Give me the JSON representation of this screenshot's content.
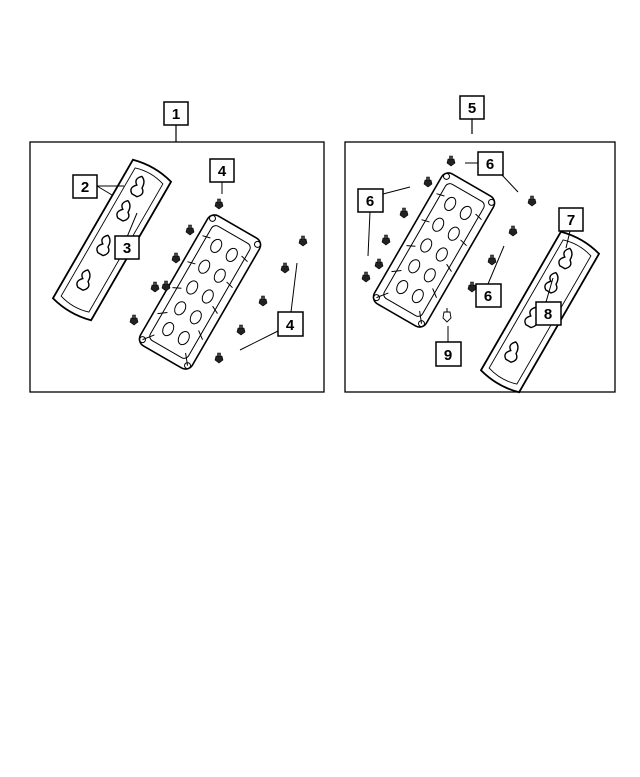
{
  "callouts": {
    "c1": "1",
    "c2": "2",
    "c3": "3",
    "c4a": "4",
    "c4b": "4",
    "c5": "5",
    "c6a": "6",
    "c6b": "6",
    "c6c": "6",
    "c7": "7",
    "c8": "8",
    "c9": "9"
  },
  "colors": {
    "line": "#000000",
    "background": "#ffffff"
  }
}
